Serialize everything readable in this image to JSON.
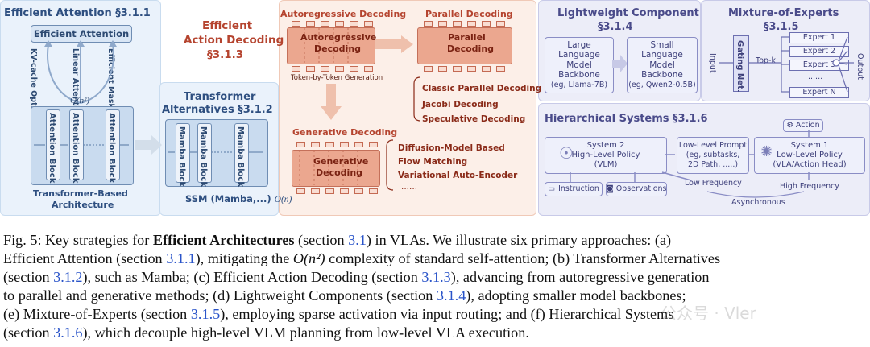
{
  "efficient_attention": {
    "title": "Efficient Attention §3.1.1",
    "box_label": "Efficient Attention",
    "branches": [
      "KV-cache Optimizations",
      "Linear Attention",
      "Efficient Masking Strategies"
    ],
    "complexity": "O(n²)",
    "block_label": "Attention Block",
    "footer": [
      "Transformer-Based",
      "Architecture"
    ]
  },
  "transformer_alternatives": {
    "title": [
      "Transformer",
      "Alternatives §3.1.2"
    ],
    "block_label": "Mamba Block",
    "footer_text": "SSM (Mamba,...) ",
    "footer_complexity": "O(n)"
  },
  "action_decoding": {
    "title": [
      "Efficient",
      "Action Decoding",
      "§3.1.3"
    ],
    "autoregressive": {
      "header": "Autoregressive Decoding",
      "box": [
        "Autoregressive",
        "Decoding"
      ],
      "sub": "Token-by-Token Generation"
    },
    "parallel": {
      "header": "Parallel Decoding",
      "box": [
        "Parallel",
        "Decoding"
      ],
      "methods": [
        "Classic Parallel Decoding",
        "Jacobi Decoding",
        "Speculative Decoding"
      ]
    },
    "generative": {
      "header": "Generative Decoding",
      "box": [
        "Generative",
        "Decoding"
      ],
      "methods": [
        "Diffusion-Model Based",
        "Flow Matching",
        "Variational Auto-Encoder",
        "......"
      ]
    }
  },
  "lightweight": {
    "title": [
      "Lightweight Component",
      "§3.1.4"
    ],
    "large": [
      "Large",
      "Language",
      "Model",
      "Backbone",
      "(eg, Llama-7B)"
    ],
    "small": [
      "Small",
      "Language",
      "Model",
      "Backbone",
      "(eg, Qwen2-0.5B)"
    ]
  },
  "moe": {
    "title": [
      "Mixture-of-Experts",
      "§3.1.5"
    ],
    "input": "Input",
    "gating": "Gating Net.",
    "topk": "Top-k",
    "experts": [
      "Expert 1",
      "Expert 2",
      "Expert 3",
      "......",
      "Expert N"
    ],
    "output": "Output"
  },
  "hierarchical": {
    "title": "Hierarchical Systems §3.1.6",
    "action": "Action",
    "system2": [
      "System 2",
      "High-Level Policy",
      "(VLM)"
    ],
    "prompt": [
      "Low-Level Prompt",
      "(eg, subtasks,",
      "2D Path, .....)"
    ],
    "system1": [
      "System 1",
      "Low-Level Policy",
      "(VLA/Action Head)"
    ],
    "instruction": "Instruction",
    "observations": "Observations",
    "low_freq": "Low Frequency",
    "high_freq": "High Frequency",
    "async": "Asynchronous"
  },
  "caption": {
    "lines": [
      [
        "Fig. 5: Key strategies for ",
        {
          "b": "Efficient Architectures"
        },
        " (section ",
        {
          "r": "3.1"
        },
        ") in VLAs. We illustrate six primary approaches: (a)"
      ],
      [
        "Efficient Attention (section ",
        {
          "r": "3.1.1"
        },
        "), mitigating the ",
        {
          "m": "O(n²)"
        },
        " complexity of standard self-attention; (b) Transformer Alternatives"
      ],
      [
        "(section ",
        {
          "r": "3.1.2"
        },
        "), such as Mamba; (c) Efficient Action Decoding (section ",
        {
          "r": "3.1.3"
        },
        "), advancing from autoregressive generation"
      ],
      [
        "to parallel and generative methods; (d) Lightweight Components (section ",
        {
          "r": "3.1.4"
        },
        "), adopting smaller model backbones;"
      ],
      [
        "(e) Mixture-of-Experts (section ",
        {
          "r": "3.1.5"
        },
        "), employing sparse activation via input routing; and (f) Hierarchical Systems"
      ],
      [
        "(section ",
        {
          "r": "3.1.6"
        },
        "), which decouple high-level VLM planning from low-level VLA execution."
      ]
    ]
  },
  "watermark": "公众号 · Vler",
  "colors": {
    "blue_panel": "#edf4fb",
    "red_panel": "#fcefe8",
    "purple_panel": "#ecedf8",
    "ref_link": "#2a54c9"
  }
}
